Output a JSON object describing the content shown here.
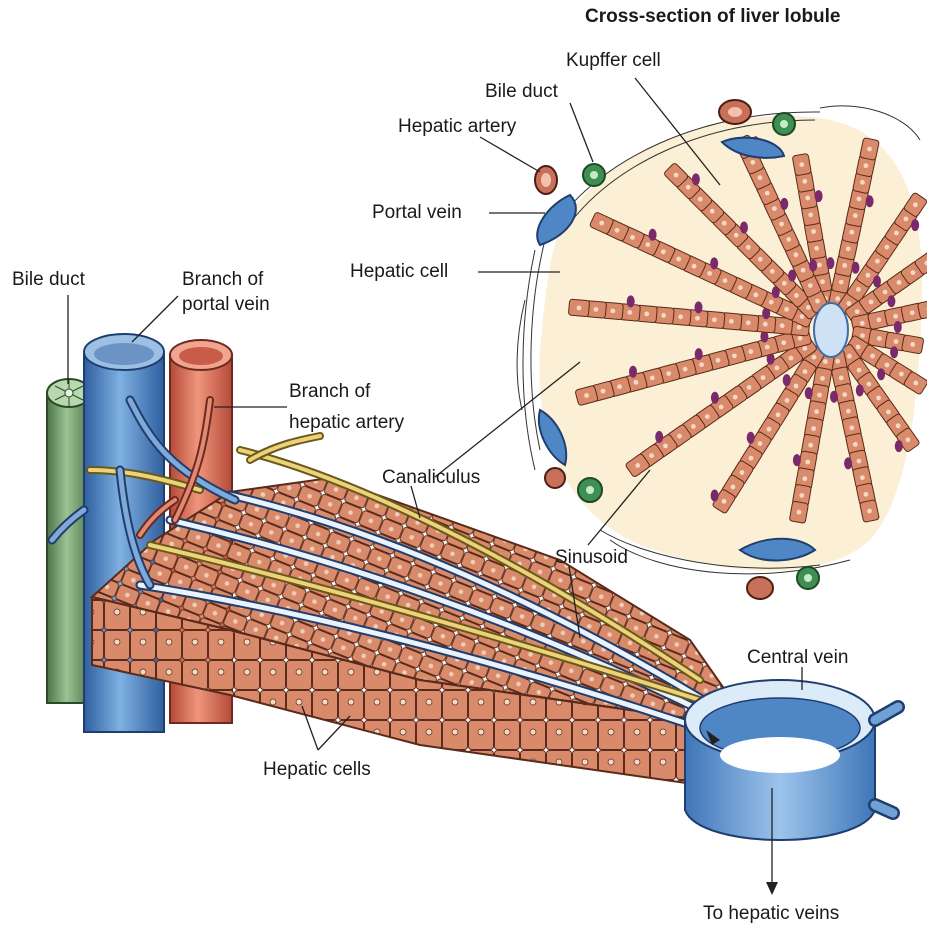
{
  "title": "Cross-section of liver lobule",
  "labels": {
    "kupffer_cell": "Kupffer  cell",
    "bile_duct_top": "Bile duct",
    "hepatic_artery": "Hepatic artery",
    "portal_vein": "Portal vein",
    "hepatic_cell": "Hepatic cell",
    "bile_duct_left": "Bile duct",
    "branch_portal_1": "Branch of",
    "branch_portal_2": "portal vein",
    "branch_artery_1": "Branch of",
    "branch_artery_2": "hepatic artery",
    "canaliculus": "Canaliculus",
    "sinusoid": "Sinusoid",
    "central_vein": "Central vein",
    "hepatic_cells": "Hepatic cells",
    "to_hepatic_veins": "To hepatic veins"
  },
  "colors": {
    "cell_fill": "#d98a6a",
    "cell_stroke": "#5a2a1a",
    "nucleus": "#f3d9c6",
    "kupffer": "#7a2a6a",
    "lobule_bg": "#fbefd6",
    "portal_blue": "#4f86c6",
    "artery_red": "#d86a55",
    "bile_green": "#6e9a6a",
    "bile_yellow": "#e3c35a",
    "central_vein_blue": "#cfe2f5"
  }
}
